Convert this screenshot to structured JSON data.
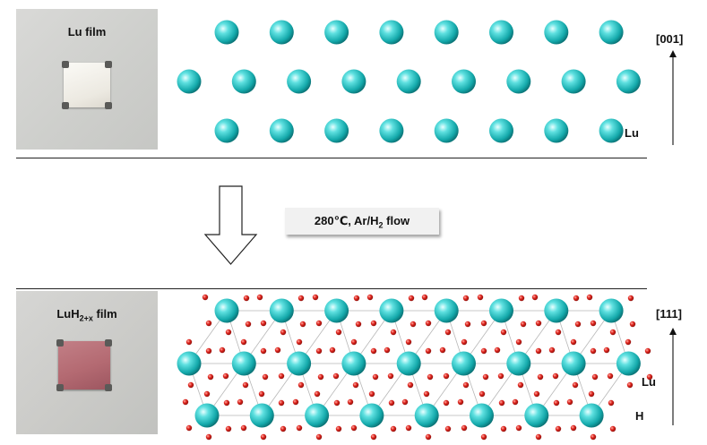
{
  "top_panel": {
    "photo_label": "Lu film",
    "direction_label": "[001]",
    "atom_label": "Lu"
  },
  "process": {
    "temperature": "280℃, Ar/H",
    "subscript": "2",
    "suffix": " flow"
  },
  "bottom_panel": {
    "photo_label_main": "LuH",
    "photo_label_sub": "2+x",
    "photo_label_suffix": " film",
    "direction_label": "[111]",
    "atom_label_lu": "Lu",
    "atom_label_h": "H"
  },
  "colors": {
    "lu_atom": "#1fbfbf",
    "h_atom": "#d8201c",
    "white_film": "#f4f2ec",
    "pink_film": "#b46a72"
  }
}
